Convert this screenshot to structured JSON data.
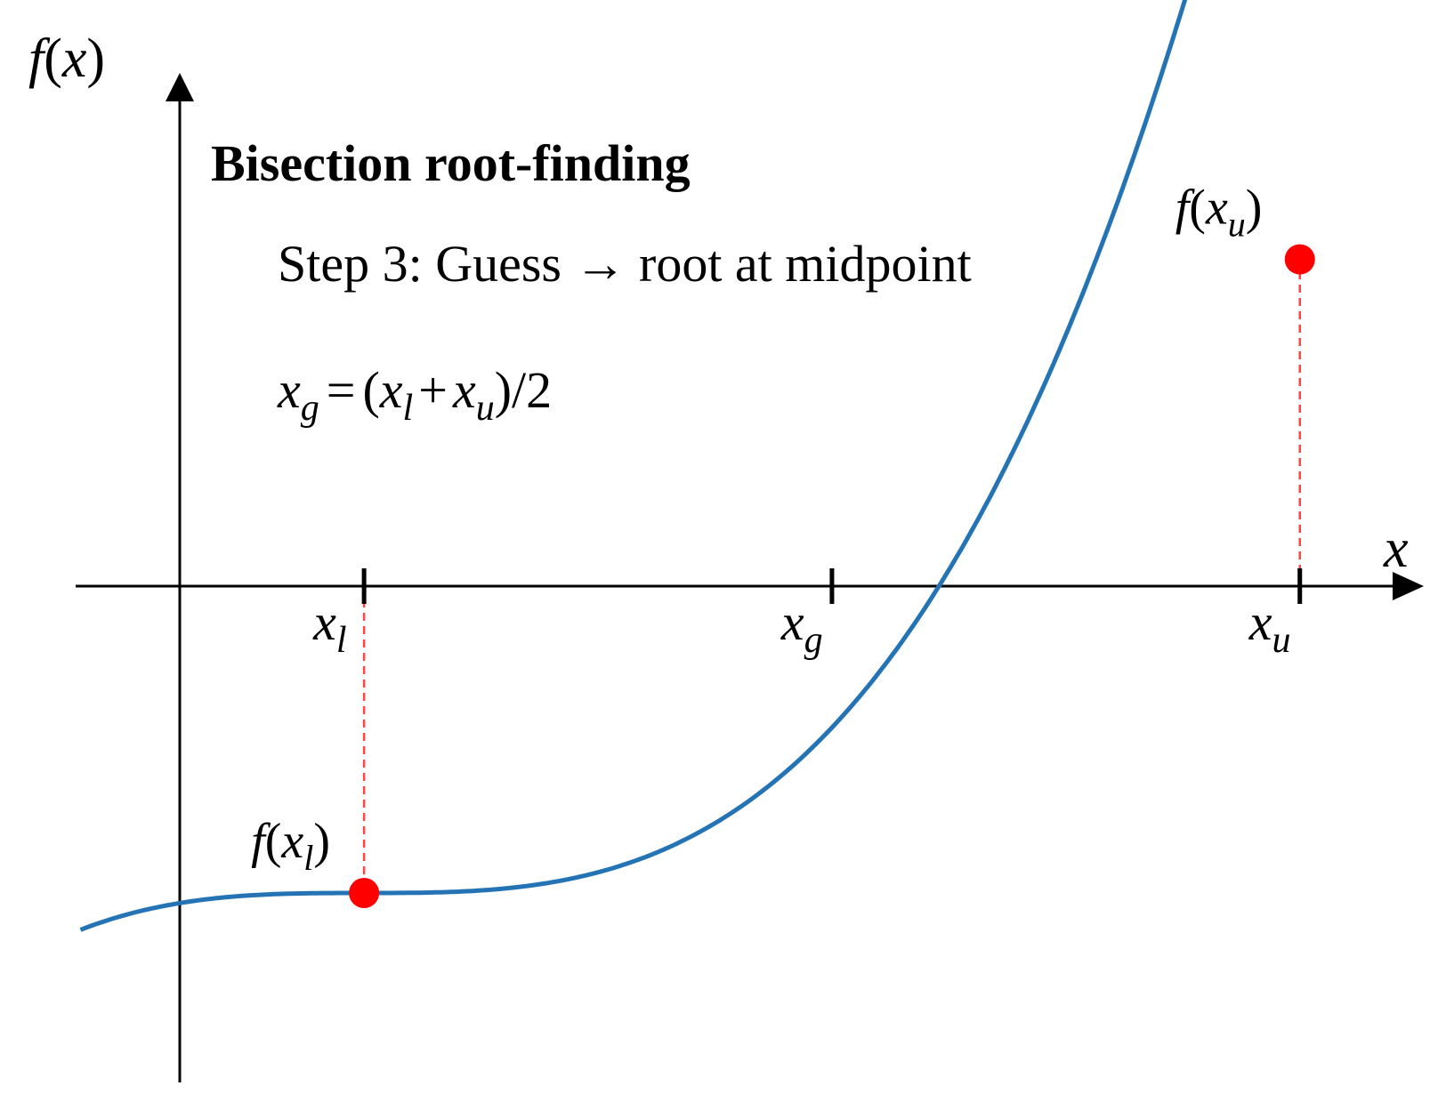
{
  "title": "Bisection root-finding",
  "step_text": "Step 3: Guess → root at midpoint",
  "formula": {
    "lhs_var": "x",
    "lhs_sub": "g",
    "equals": "=",
    "open_paren": "(",
    "var1": "x",
    "sub1": "l",
    "plus": "+",
    "var2": "x",
    "sub2": "u",
    "close_div": ")/2"
  },
  "axes": {
    "y_label_f": "f",
    "y_label_open": "(",
    "y_label_var": "x",
    "y_label_close": ")",
    "x_label": "x"
  },
  "ticks": [
    {
      "id": "xl",
      "var": "x",
      "sub": "l",
      "x": 1.3
    },
    {
      "id": "xg",
      "var": "x",
      "sub": "g",
      "x": 4.6
    },
    {
      "id": "xu",
      "var": "x",
      "sub": "u",
      "x": 7.9
    }
  ],
  "points": [
    {
      "id": "f-xl",
      "x": 1.3,
      "y": -2.0,
      "label_f": "f",
      "label_open": "(",
      "label_var": "x",
      "label_sub": "l",
      "label_close": ")"
    },
    {
      "id": "f-xu",
      "x": 7.9,
      "y": 2.13,
      "label_f": "f",
      "label_open": "(",
      "label_var": "x",
      "label_sub": "u",
      "label_close": ")"
    }
  ],
  "curve": {
    "function": "y = 0.03 * (x - 1.3)^3 - 2",
    "x_range": [
      -0.7,
      8.4
    ]
  },
  "colors": {
    "curve": "#2474b5",
    "points": "#ff0000",
    "guides": "#ff4444",
    "axes": "#000000"
  }
}
